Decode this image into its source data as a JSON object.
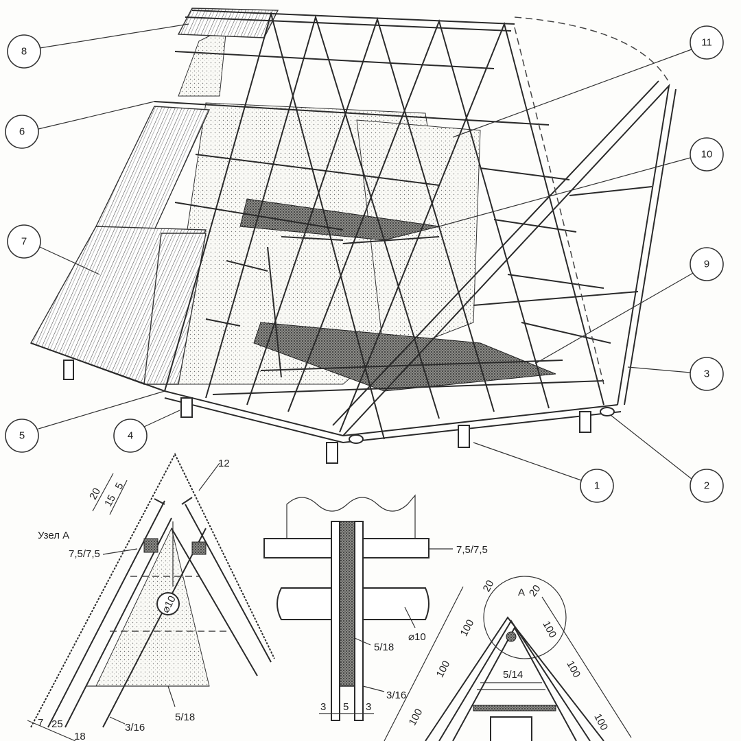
{
  "callouts": {
    "c1": "1",
    "c2": "2",
    "c3": "3",
    "c4": "4",
    "c5": "5",
    "c6": "6",
    "c7": "7",
    "c8": "8",
    "c9": "9",
    "c10": "10",
    "c11": "11",
    "c12": "12"
  },
  "detail_a": {
    "title": "Узел А",
    "batten": "7,5/7,5",
    "dim_20": "20",
    "dim_15": "15",
    "dim_5": "5",
    "rod": "⌀10",
    "beam": "5/18",
    "rafter": "3/16",
    "dim_7": "7",
    "dim_25": "25",
    "dim_18": "18"
  },
  "section_detail": {
    "batten": "7,5/7,5",
    "beam": "5/18",
    "rod": "⌀10",
    "board": "3/16",
    "w1": "3",
    "w2": "5",
    "w3": "3"
  },
  "frame_detail": {
    "node": "A",
    "top_left": "20",
    "top_right": "20",
    "left_1": "100",
    "left_2": "100",
    "left_3": "100",
    "right_1": "100",
    "right_2": "100",
    "right_3": "100",
    "collar": "5/14"
  }
}
